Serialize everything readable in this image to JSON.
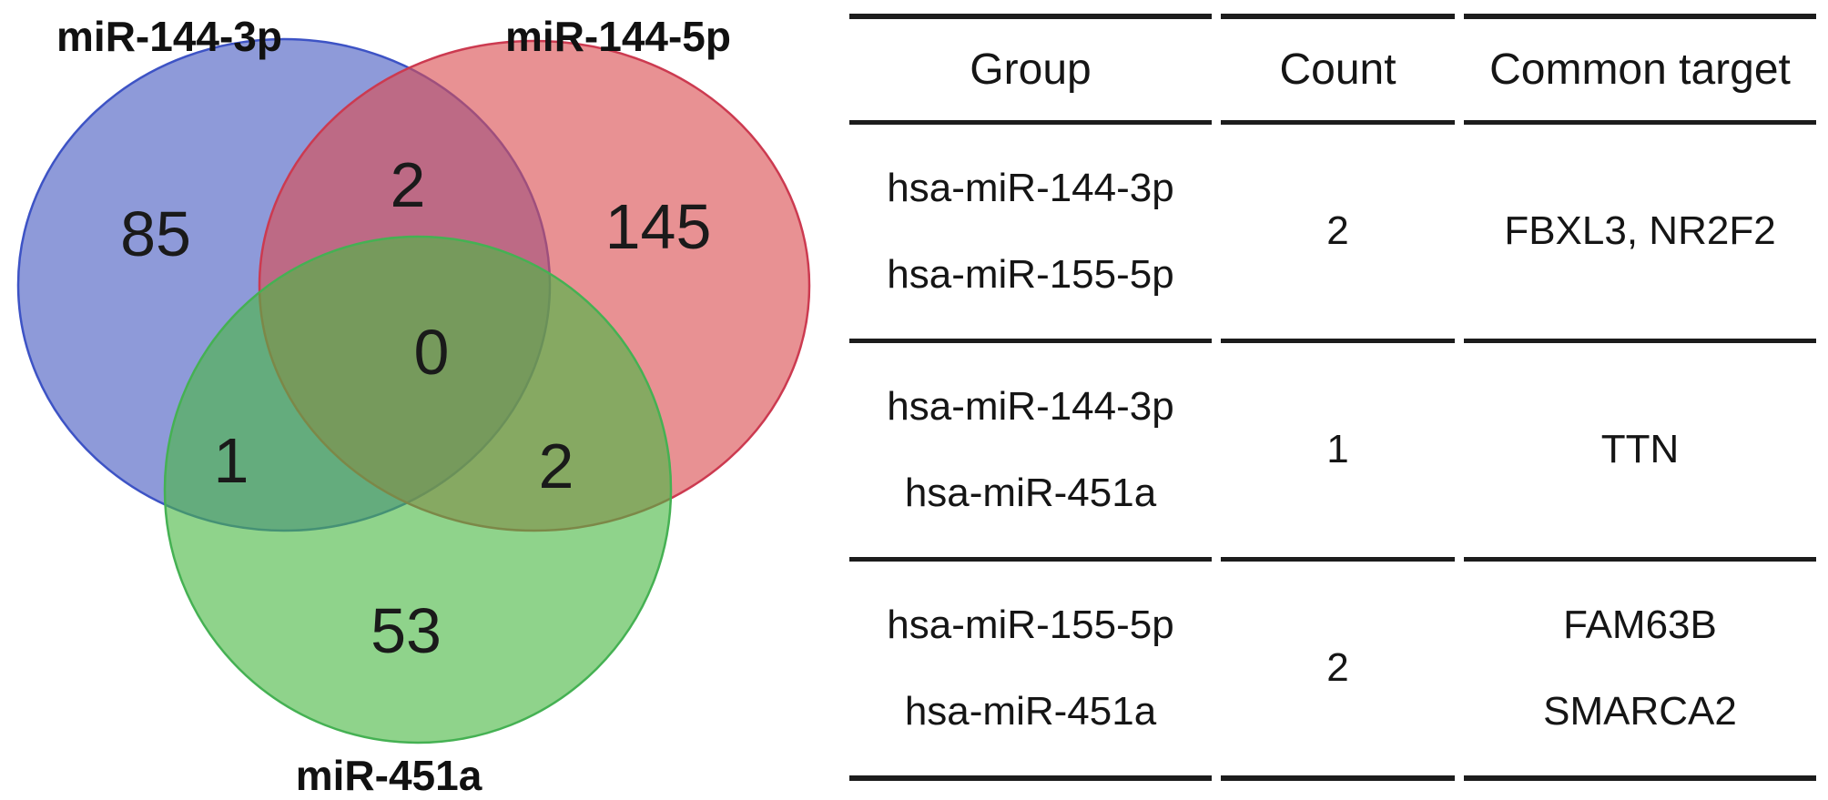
{
  "venn": {
    "sets": [
      {
        "label": "miR-144-3p",
        "fill": "#495CC2",
        "stroke": "#3D53C5"
      },
      {
        "label": "miR-144-5p",
        "fill": "#DA4D51",
        "stroke": "#CC3A50"
      },
      {
        "label": "miR-451a",
        "fill": "#4AB844",
        "stroke": "#45B153"
      }
    ],
    "region_counts": {
      "miR_144_3p_only": "85",
      "miR_144_5p_only": "145",
      "miR_451a_only": "53",
      "miR_144_3p_and_144_5p": "2",
      "miR_144_3p_and_451a": "1",
      "miR_144_5p_and_451a": "2",
      "all_three": "0"
    }
  },
  "table": {
    "headers": [
      "Group",
      "Count",
      "Common target"
    ],
    "rows": [
      {
        "group": [
          "hsa-miR-144-3p",
          "hsa-miR-155-5p"
        ],
        "count": "2",
        "targets": [
          "FBXL3, NR2F2"
        ]
      },
      {
        "group": [
          "hsa-miR-144-3p",
          "hsa-miR-451a"
        ],
        "count": "1",
        "targets": [
          "TTN"
        ]
      },
      {
        "group": [
          "hsa-miR-155-5p",
          "hsa-miR-451a"
        ],
        "count": "2",
        "targets": [
          "FAM63B",
          "SMARCA2"
        ]
      }
    ]
  }
}
